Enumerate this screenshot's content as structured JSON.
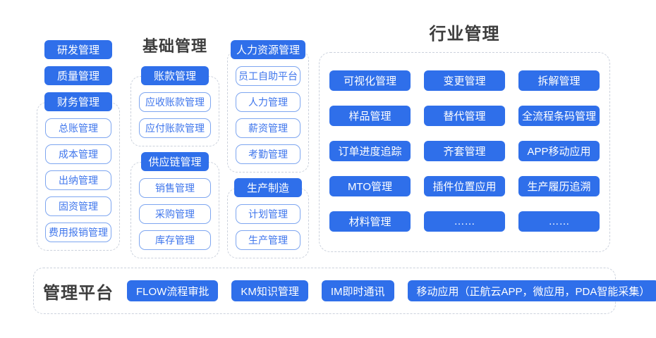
{
  "colors": {
    "accent_blue": "#2F6FEA",
    "outlined_chip_border": "#7EA6F0",
    "outlined_chip_text": "#3F76EC",
    "dashed_box_border": "#CBD1DC",
    "section_title_text": "#3D3D3D",
    "background": "#FFFFFF"
  },
  "left": {
    "standalone": [
      "研发管理",
      "质量管理"
    ],
    "finance": {
      "header": "财务管理",
      "items": [
        "总账管理",
        "成本管理",
        "出纳管理",
        "固资管理",
        "费用报销管理"
      ]
    }
  },
  "base": {
    "title": "基础管理",
    "accounts": {
      "header": "账款管理",
      "items": [
        "应收账款管理",
        "应付账款管理"
      ]
    },
    "supply_chain": {
      "header": "供应链管理",
      "items": [
        "销售管理",
        "采购管理",
        "库存管理"
      ]
    }
  },
  "hr_prod": {
    "hr": {
      "header": "人力资源管理",
      "items": [
        "员工自助平台",
        "人力管理",
        "薪资管理",
        "考勤管理"
      ]
    },
    "production": {
      "header": "生产制造",
      "items": [
        "计划管理",
        "生产管理"
      ]
    }
  },
  "industry": {
    "title": "行业管理",
    "items": [
      "可视化管理",
      "变更管理",
      "拆解管理",
      "样品管理",
      "替代管理",
      "全流程条码管理",
      "订单进度追踪",
      "齐套管理",
      "APP移动应用",
      "MTO管理",
      "插件位置应用",
      "生产履历追溯",
      "材料管理",
      "……",
      "……"
    ]
  },
  "platform": {
    "title": "管理平台",
    "items": [
      "FLOW流程审批",
      "KM知识管理",
      "IM即时通讯",
      "移动应用（正航云APP，微应用，PDA智能采集）"
    ]
  }
}
